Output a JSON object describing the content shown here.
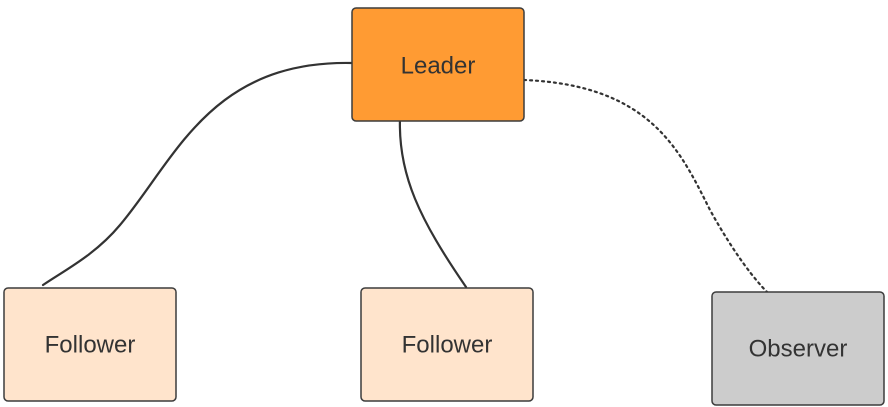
{
  "nodes": {
    "leader": {
      "label": "Leader",
      "fill": "#FF9B33",
      "stroke": "#3C3C3C"
    },
    "follower_left": {
      "label": "Follower",
      "fill": "#FFE4CC",
      "stroke": "#3C3C3C"
    },
    "follower_middle": {
      "label": "Follower",
      "fill": "#FFE4CC",
      "stroke": "#3C3C3C"
    },
    "observer": {
      "label": "Observer",
      "fill": "#CCCCCC",
      "stroke": "#3C3C3C"
    }
  },
  "edges": [
    {
      "from": "leader",
      "to": "follower_left",
      "style": "solid"
    },
    {
      "from": "leader",
      "to": "follower_middle",
      "style": "solid"
    },
    {
      "from": "leader",
      "to": "observer",
      "style": "dotted"
    }
  ],
  "colors": {
    "edge": "#333333",
    "text": "#333333"
  }
}
